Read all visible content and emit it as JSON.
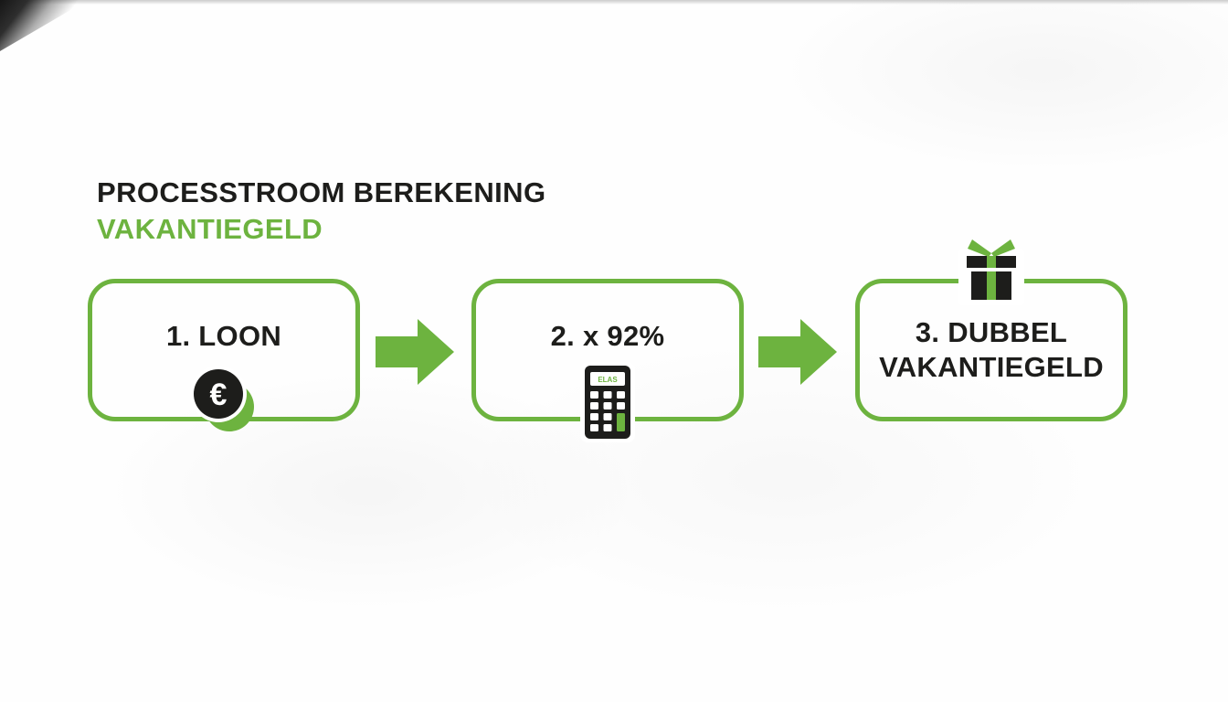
{
  "title": {
    "line1": "PROCESSTROOM BEREKENING",
    "line2": "VAKANTIEGELD"
  },
  "steps": [
    {
      "label": "1. LOON",
      "icon": "euro-coin-icon"
    },
    {
      "label": "2. x 92%",
      "icon": "calculator-icon"
    },
    {
      "label": "3. DUBBEL VAKANTIEGELD",
      "icon": "gift-icon"
    }
  ],
  "connectors": [
    {
      "icon": "arrow-right-icon"
    },
    {
      "icon": "arrow-right-icon"
    }
  ],
  "euro_symbol": "€",
  "calculator_display": "ELAS",
  "colors": {
    "green": "#6db33f",
    "ink": "#1d1d1b"
  }
}
